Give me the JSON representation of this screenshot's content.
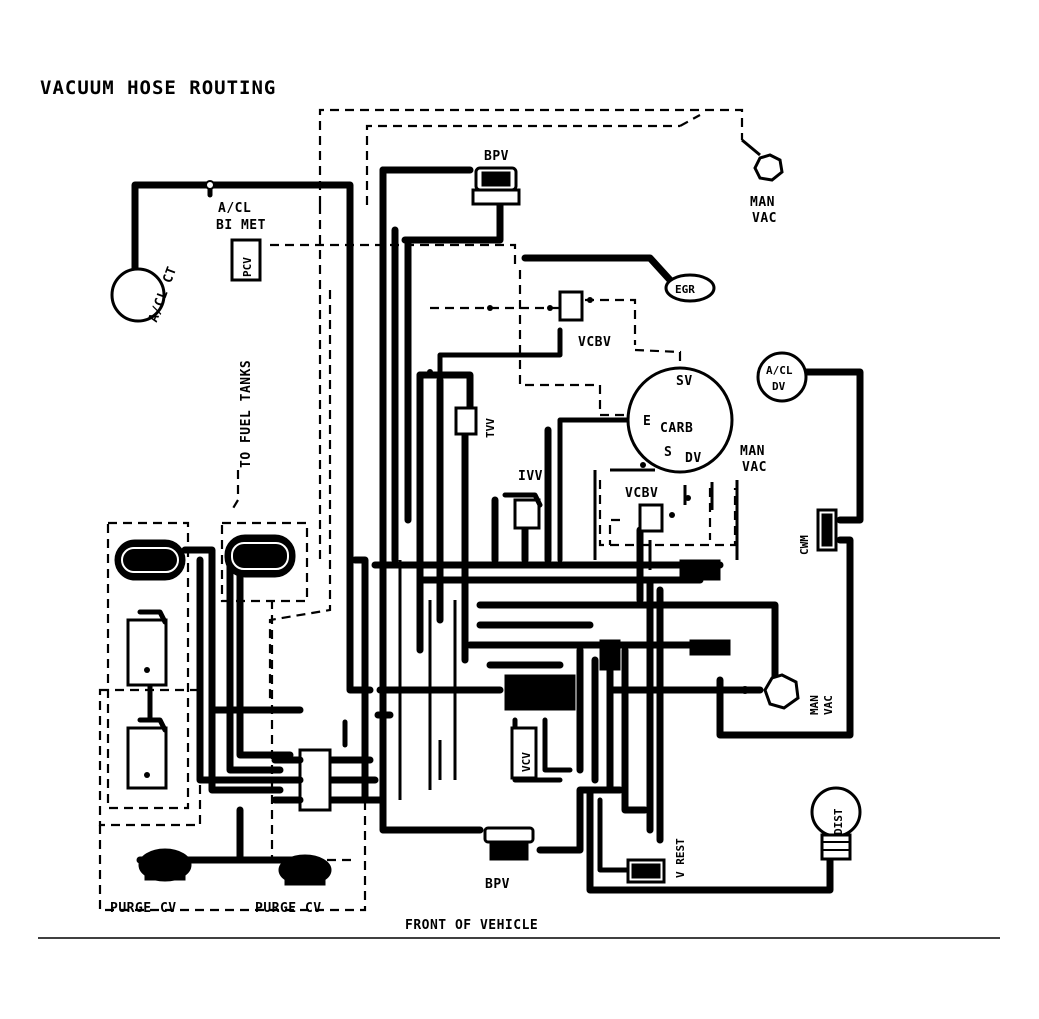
{
  "title": "VACUUM HOSE ROUTING",
  "labels": {
    "bpv_top": "BPV",
    "bpv_bottom": "BPV",
    "acl_bimet_1": "A/CL",
    "acl_bimet_2": "BI MET",
    "pcv": "PCV",
    "acl_ct": "A/CL CT",
    "man_vac_top_1": "MAN",
    "man_vac_top_2": "VAC",
    "egr": "EGR",
    "vcbv_upper": "VCBV",
    "acl_dv_1": "A/CL",
    "acl_dv_2": "DV",
    "carb_sv": "SV",
    "carb_e": "E",
    "carb": "CARB",
    "carb_s": "S",
    "carb_dv": "DV",
    "man_vac_mid_1": "MAN",
    "man_vac_mid_2": "VAC",
    "tvv": "TVV",
    "ivv": "IVV",
    "vcbv_lower": "VCBV",
    "to_fuel_tanks": "TO FUEL TANKS",
    "cwm": "CWM",
    "man_vac_right_1": "MAN",
    "man_vac_right_2": "VAC",
    "vcv": "VCV",
    "dist": "DIST",
    "v_rest": "V REST",
    "purge_cv_left": "PURGE CV",
    "purge_cv_right": "PURGE CV",
    "front_of_vehicle": "FRONT OF VEHICLE"
  }
}
